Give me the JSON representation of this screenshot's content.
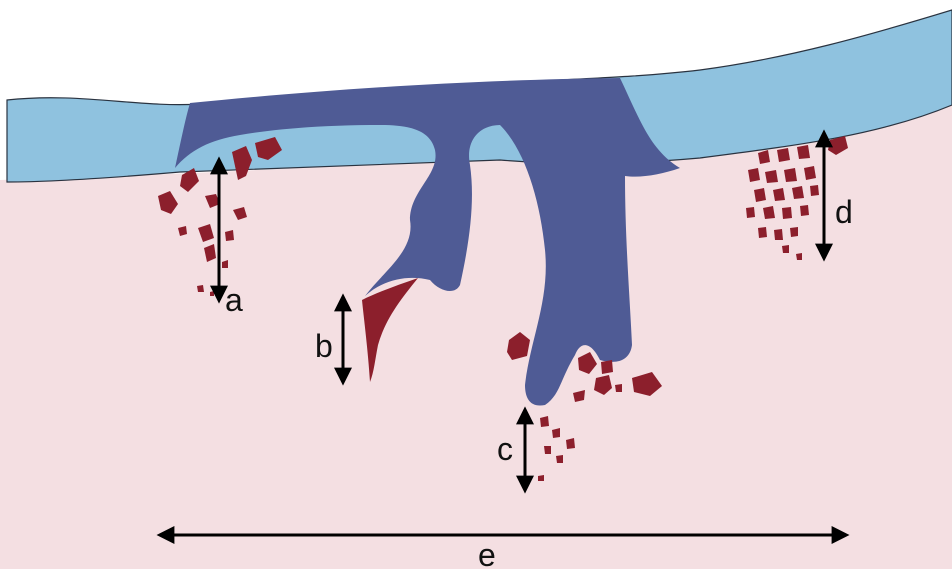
{
  "colors": {
    "background": "#ffffff",
    "substrate": "#f4dfe2",
    "coating": "#8fc2df",
    "infiltration": "#4f5b95",
    "particles": "#8c1f2c",
    "arrows": "#000000"
  },
  "labels": {
    "a": "a",
    "b": "b",
    "c": "c",
    "d": "d",
    "e": "e"
  }
}
